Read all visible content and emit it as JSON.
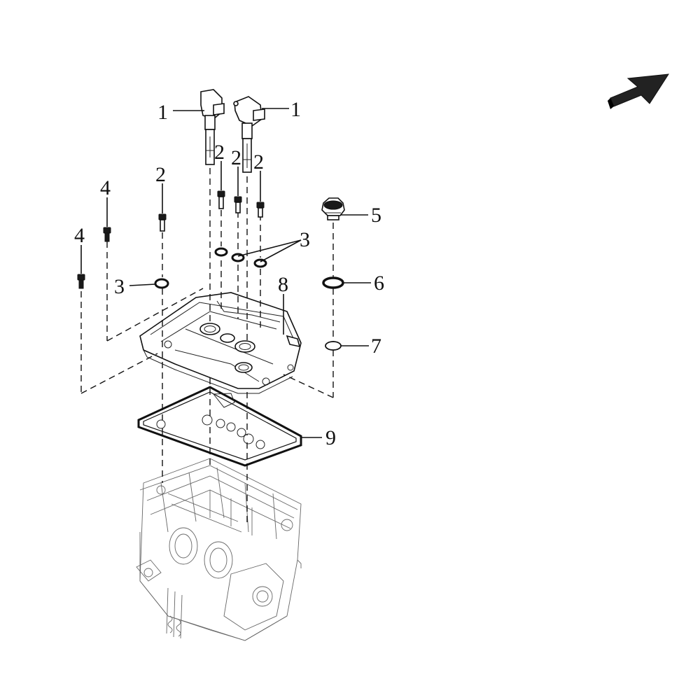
{
  "diagram": {
    "callouts": [
      {
        "id": "c1a",
        "label": "1"
      },
      {
        "id": "c1b",
        "label": "1"
      },
      {
        "id": "c2a",
        "label": "2"
      },
      {
        "id": "c2b",
        "label": "2"
      },
      {
        "id": "c2c",
        "label": "2"
      },
      {
        "id": "c2d",
        "label": "2"
      },
      {
        "id": "c3a",
        "label": "3"
      },
      {
        "id": "c3b",
        "label": "3"
      },
      {
        "id": "c4a",
        "label": "4"
      },
      {
        "id": "c4b",
        "label": "4"
      },
      {
        "id": "c5",
        "label": "5"
      },
      {
        "id": "c6",
        "label": "6"
      },
      {
        "id": "c7",
        "label": "7"
      },
      {
        "id": "c8",
        "label": "8"
      },
      {
        "id": "c9",
        "label": "9"
      }
    ],
    "cover_embossing": "",
    "direction_arrow_icon": "front-direction-arrow-icon"
  }
}
